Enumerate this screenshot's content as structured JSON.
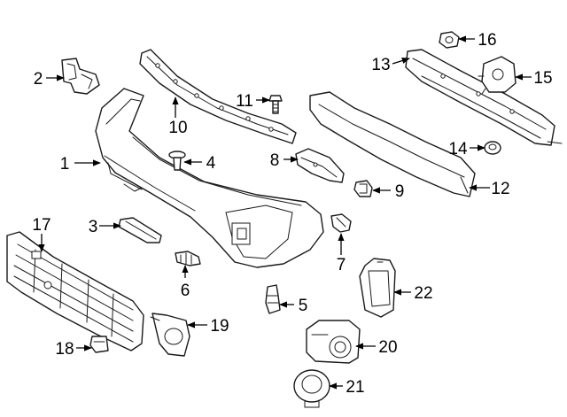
{
  "callouts": [
    {
      "id": "1",
      "text": "1"
    },
    {
      "id": "2",
      "text": "2"
    },
    {
      "id": "3",
      "text": "3"
    },
    {
      "id": "4",
      "text": "4"
    },
    {
      "id": "5",
      "text": "5"
    },
    {
      "id": "6",
      "text": "6"
    },
    {
      "id": "7",
      "text": "7"
    },
    {
      "id": "8",
      "text": "8"
    },
    {
      "id": "9",
      "text": "9"
    },
    {
      "id": "10",
      "text": "10"
    },
    {
      "id": "11",
      "text": "11"
    },
    {
      "id": "12",
      "text": "12"
    },
    {
      "id": "13",
      "text": "13"
    },
    {
      "id": "14",
      "text": "14"
    },
    {
      "id": "15",
      "text": "15"
    },
    {
      "id": "16",
      "text": "16"
    },
    {
      "id": "17",
      "text": "17"
    },
    {
      "id": "18",
      "text": "18"
    },
    {
      "id": "19",
      "text": "19"
    },
    {
      "id": "20",
      "text": "20"
    },
    {
      "id": "21",
      "text": "21"
    },
    {
      "id": "22",
      "text": "22"
    }
  ]
}
